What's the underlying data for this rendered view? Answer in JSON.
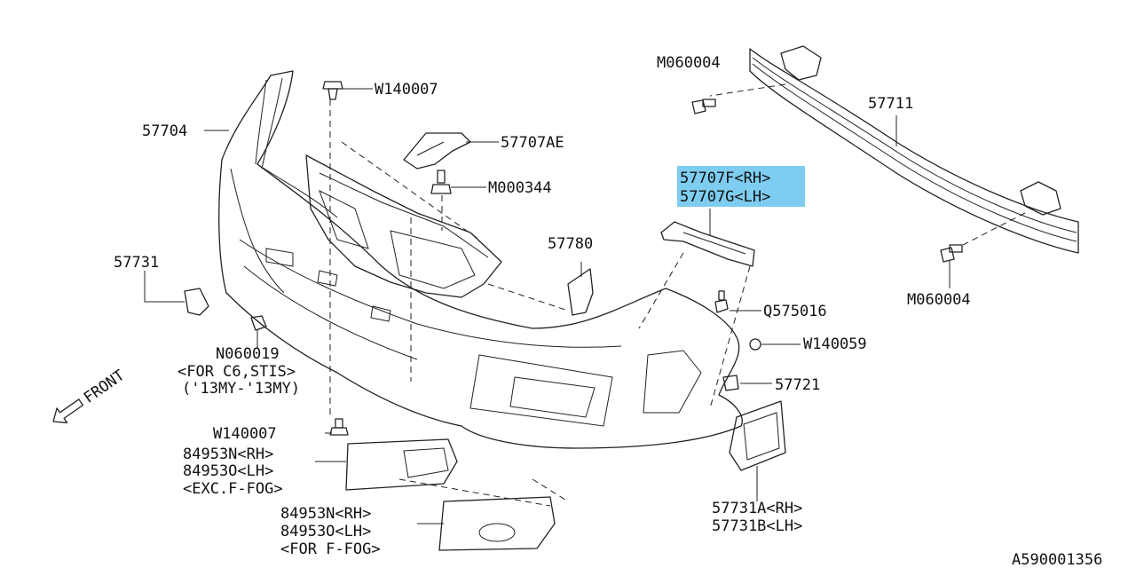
{
  "diagram_id": "A590001356",
  "front_label": "FRONT",
  "labels": {
    "w140007_top": "W140007",
    "p57704": "57704",
    "p57707ae": "57707AE",
    "m000344": "M000344",
    "m060004_top": "M060004",
    "p57711": "57711",
    "p57707f": "57707F<RH>",
    "p57707g": "57707G<LH>",
    "p57780": "57780",
    "p57731": "57731",
    "q575016": "Q575016",
    "w140059": "W140059",
    "m060004_bot": "M060004",
    "n060019": "N060019",
    "n060019_note1": "<FOR C6,STIS>",
    "n060019_note2": "('13MY-'13MY)",
    "p57721": "57721",
    "w140007_bot": "W140007",
    "p84953n_a": "84953N<RH>",
    "p84953o_a": "84953O<LH>",
    "note_exc_fog": "<EXC.F-FOG>",
    "p57731a": "57731A<RH>",
    "p57731b": "57731B<LH>",
    "p84953n_b": "84953N<RH>",
    "p84953o_b": "84953O<LH>",
    "note_for_fog": "<FOR F-FOG>"
  },
  "colors": {
    "highlight": "#7ecdf1",
    "line": "#222222"
  }
}
